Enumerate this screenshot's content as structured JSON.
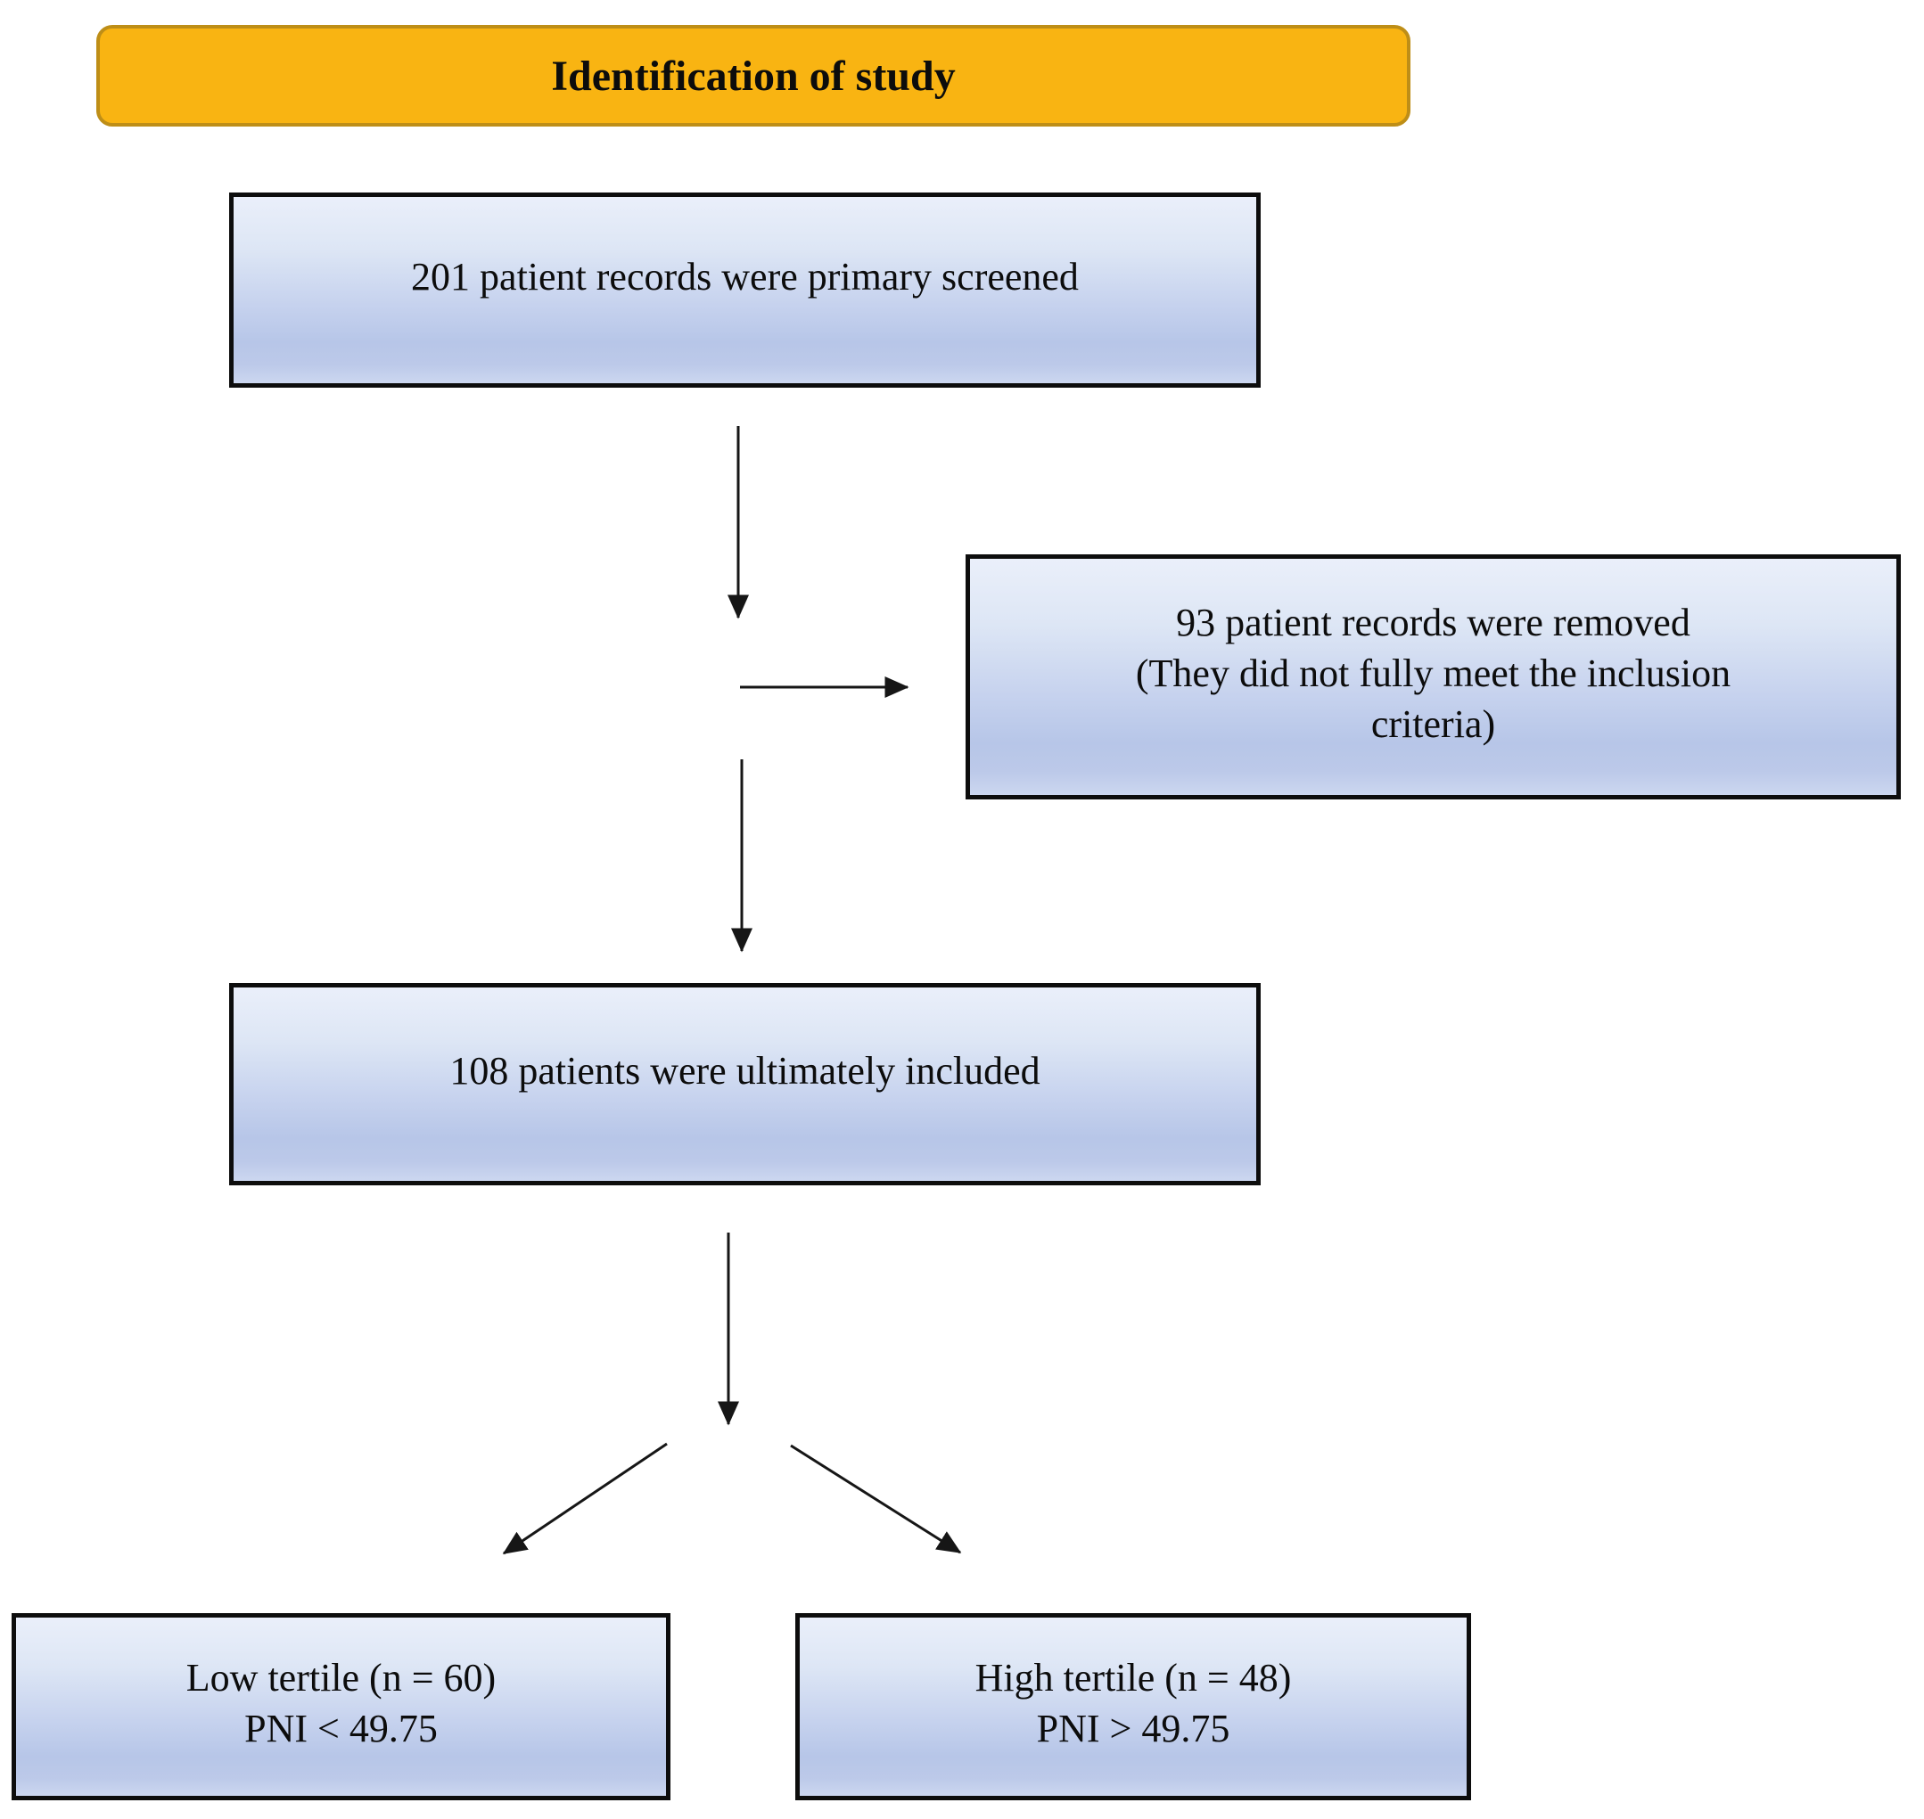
{
  "diagram": {
    "title": "Identification of study",
    "nodes": {
      "screened": {
        "text": "201 patient records were primary screened"
      },
      "removed": {
        "lines": [
          "93 patient records were removed",
          "(They did not fully meet the inclusion",
          "criteria)"
        ]
      },
      "included": {
        "text": "108 patients were ultimately included"
      },
      "low_tertile": {
        "lines": [
          "Low tertile (n = 60)",
          "PNI < 49.75"
        ]
      },
      "high_tertile": {
        "lines": [
          "High tertile (n = 48)",
          "PNI > 49.75"
        ]
      }
    },
    "counts": {
      "primary_screened": 201,
      "removed": 93,
      "included": 108,
      "low_tertile_n": 60,
      "high_tertile_n": 48,
      "pni_cutoff": 49.75
    },
    "colors": {
      "header_fill": "#F9B412",
      "header_border": "#BE8E17",
      "node_fill_top": "#EAEFFA",
      "node_fill_bottom": "#B7C6E8",
      "node_border": "#0D0D0D",
      "arrow": "#161616",
      "text": "#0C0C0C",
      "background": "#FFFFFF"
    }
  }
}
